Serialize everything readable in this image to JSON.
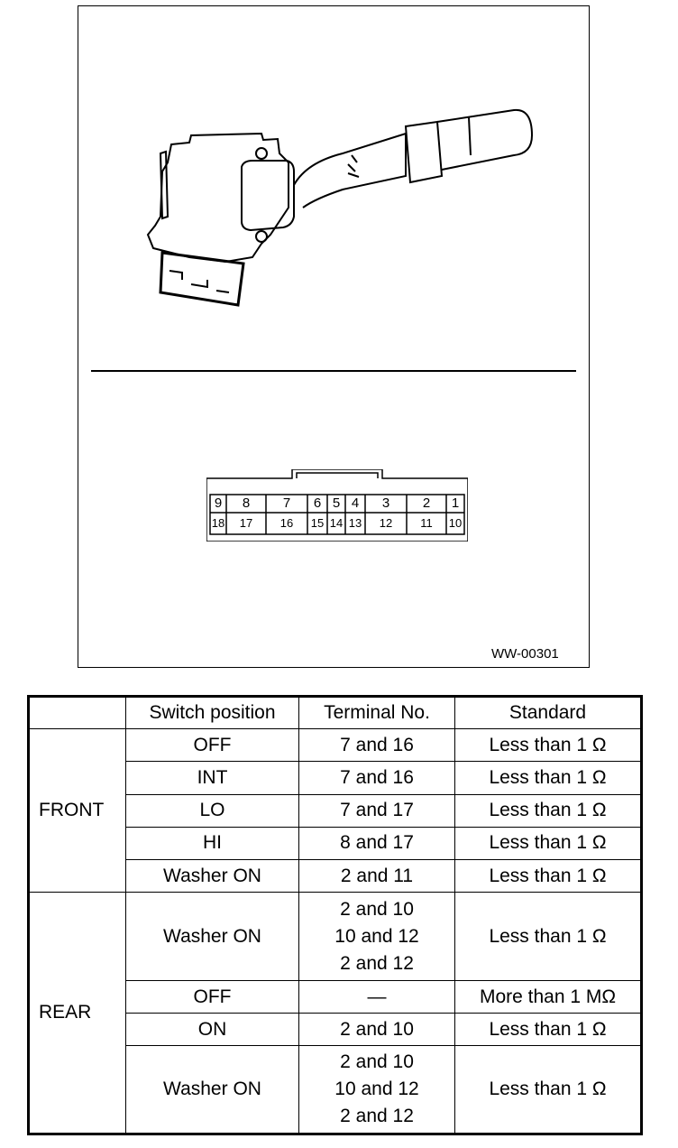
{
  "figure": {
    "id_label": "WW-00301",
    "connector_pins_top": [
      "9",
      "8",
      "7",
      "6",
      "5",
      "4",
      "3",
      "2",
      "1"
    ],
    "connector_pins_bottom": [
      "18",
      "17",
      "16",
      "15",
      "14",
      "13",
      "12",
      "11",
      "10"
    ]
  },
  "table": {
    "headers": [
      "",
      "Switch position",
      "Terminal No.",
      "Standard"
    ],
    "front_label": "FRONT",
    "rear_label": "REAR",
    "front_rows": [
      {
        "position": "OFF",
        "terminal": "7 and 16",
        "standard": "Less than 1 Ω"
      },
      {
        "position": "INT",
        "terminal": "7 and 16",
        "standard": "Less than 1 Ω"
      },
      {
        "position": "LO",
        "terminal": "7 and 17",
        "standard": "Less than 1 Ω"
      },
      {
        "position": "HI",
        "terminal": "8 and 17",
        "standard": "Less than 1 Ω"
      },
      {
        "position": "Washer ON",
        "terminal": "2 and 11",
        "standard": "Less than 1 Ω"
      }
    ],
    "rear_rows": [
      {
        "position": "Washer ON",
        "terminal_lines": [
          "2 and 10",
          "10 and 12",
          "2 and 12"
        ],
        "standard": "Less than 1 Ω"
      },
      {
        "position": "OFF",
        "terminal": "—",
        "standard": "More than 1 MΩ"
      },
      {
        "position": "ON",
        "terminal": "2 and 10",
        "standard": "Less than 1 Ω"
      },
      {
        "position": "Washer ON",
        "terminal_lines": [
          "2 and 10",
          "10 and 12",
          "2 and 12"
        ],
        "standard": "Less than 1 Ω"
      }
    ]
  }
}
